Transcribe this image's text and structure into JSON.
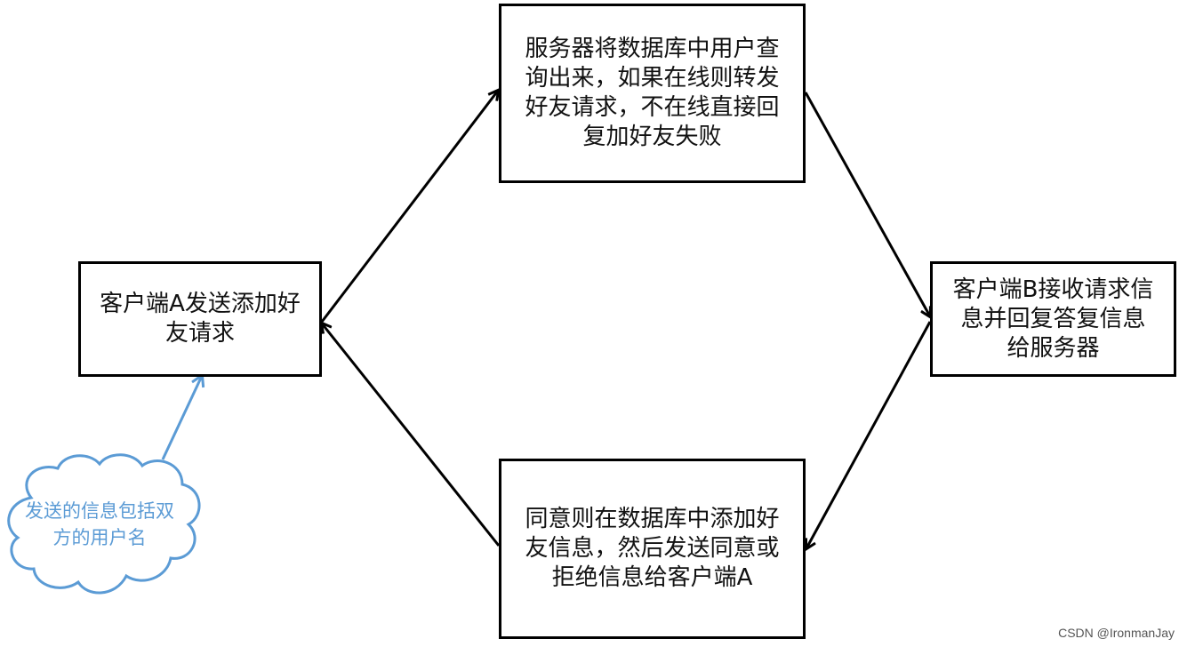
{
  "nodes": {
    "client_a": "客户端A发送添加好\n友请求",
    "server": "服务器将数据库中用户查\n询出来，如果在线则转发\n好友请求，不在线直接回\n复加好友失败",
    "client_b": "客户端B接收请求信\n息并回复答复信息\n给服务器",
    "agree": "同意则在数据库中添加好\n友信息，然后发送同意或\n拒绝信息给客户端A"
  },
  "note": {
    "text": "发送的信息包括双\n方的用户名"
  },
  "colors": {
    "box_border": "#000000",
    "arrow": "#000000",
    "note": "#5b9bd5"
  },
  "watermark": "CSDN @IronmanJay"
}
